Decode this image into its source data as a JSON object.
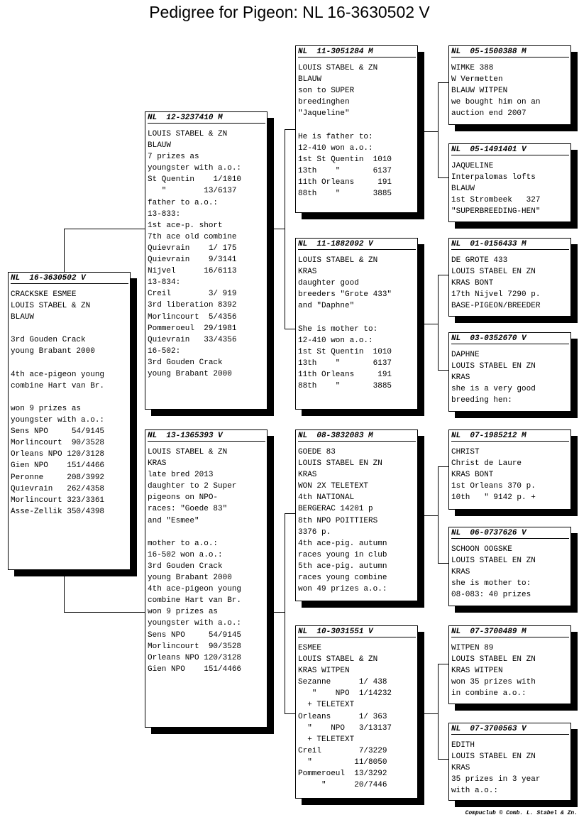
{
  "title": "Pedigree for Pigeon: NL  16-3630502 V",
  "footer": "Compuclub © Comb. L. Stabel & Zn.",
  "cards": {
    "main": {
      "ring": "NL  16-3630502 V",
      "lines": "CRACKSKE ESMEE\nLOUIS STABEL & ZN\nBLAUW\n\n3rd Gouden Crack\nyoung Brabant 2000\n\n4th ace-pigeon young\ncombine Hart van Br.\n\nwon 9 prizes as\nyoungster with a.o.:\nSens NPO     54/9145\nMorlincourt  90/3528\nOrleans NPO 120/3128\nGien NPO    151/4466\nPeronne     208/3992\nQuievrain   262/4358\nMorlincourt 323/3361\nAsse-Zellik 350/4398"
    },
    "sire": {
      "ring": "NL  12-3237410 M",
      "lines": "LOUIS STABEL & ZN\nBLAUW\n7 prizes as\nyoungster with a.o.:\nSt Quentin    1/1010\n   \"        13/6137\nfather to a.o.:\n13-833:\n1st ace-p. short\n7th ace old combine\nQuievrain    1/ 175\nQuievrain    9/3141\nNijvel      16/6113\n13-834:\nCreil        3/ 919\n3rd liberation 8392\nMorlincourt  5/4356\nPommeroeul  29/1981\nQuievrain   33/4356\n16-502:\n3rd Gouden Crack\nyoung Brabant 2000"
    },
    "dam": {
      "ring": "NL  13-1365393 V",
      "lines": "LOUIS STABEL & ZN\nKRAS\nlate bred 2013\ndaughter to 2 Super\npigeons on NPO-\nraces: \"Goede 83\"\nand \"Esmee\"\n\nmother to a.o.:\n16-502 won a.o.:\n3rd Gouden Crack\nyoung Brabant 2000\n4th ace-pigeon young\ncombine Hart van Br.\nwon 9 prizes as\nyoungster with a.o.:\nSens NPO     54/9145\nMorlincourt  90/3528\nOrleans NPO 120/3128\nGien NPO    151/4466"
    },
    "ss": {
      "ring": "NL  11-3051284 M",
      "lines": "LOUIS STABEL & ZN\nBLAUW\nson to SUPER\nbreedinghen\n\"Jaqueline\"\n\nHe is father to:\n12-410 won a.o.:\n1st St Quentin  1010\n13th    \"       6137\n11th Orleans     191\n88th    \"       3885"
    },
    "sd": {
      "ring": "NL  11-1882092 V",
      "lines": "LOUIS STABEL & ZN\nKRAS\ndaughter good\nbreeders \"Grote 433\"\nand \"Daphne\"\n\nShe is mother to:\n12-410 won a.o.:\n1st St Quentin  1010\n13th    \"       6137\n11th Orleans     191\n88th    \"       3885"
    },
    "ds": {
      "ring": "NL  08-3832083 M",
      "lines": "GOEDE 83\nLOUIS STABEL EN ZN\nKRAS\nWON 2X TELETEXT\n4th NATIONAL\nBERGERAC 14201 p\n8th NPO POITTIERS\n3376 p.\n4th ace-pig. autumn\nraces young in club\n5th ace-pig. autumn\nraces young combine\nwon 49 prizes a.o.:"
    },
    "dd": {
      "ring": "NL  10-3031551 V",
      "lines": "ESMEE\nLOUIS STABEL & ZN\nKRAS WITPEN\nSezanne      1/ 438\n   \"    NPO  1/14232\n  + TELETEXT\nOrleans      1/ 363\n  \"    NPO   3/13137\n  + TELETEXT\nCreil        7/3229\n  \"         11/8050\nPommeroeul  13/3292\n     \"      20/7446"
    },
    "sss": {
      "ring": "NL  05-1500388 M",
      "lines": "WIMKE 388\nW Vermetten\nBLAUW WITPEN\nwe bought him on an\nauction end 2007"
    },
    "ssd": {
      "ring": "NL  05-1491401 V",
      "lines": "JAQUELINE\nInterpalomas lofts\nBLAUW\n1st Strombeek   327\n\"SUPERBREEDING-HEN\""
    },
    "sds": {
      "ring": "NL  01-0156433 M",
      "lines": "DE GROTE 433\nLOUIS STABEL EN ZN\nKRAS BONT\n17th Nijvel 7290 p.\nBASE-PIGEON/BREEDER"
    },
    "sdd": {
      "ring": "NL  03-0352670 V",
      "lines": "DAPHNE\nLOUIS STABEL EN ZN\nKRAS\nshe is a very good\nbreeding hen:"
    },
    "dss": {
      "ring": "NL  07-1985212 M",
      "lines": "CHRIST\nChrist de Laure\nKRAS BONT\n1st Orleans 370 p.\n10th   \" 9142 p. +"
    },
    "dsd": {
      "ring": "NL  06-0737626 V",
      "lines": "SCHOON OOGSKE\nLOUIS STABEL EN ZN\nKRAS\nshe is mother to:\n08-083: 40 prizes"
    },
    "dds": {
      "ring": "NL  07-3700489 M",
      "lines": "WITPEN 89\nLOUIS STABEL EN ZN\nKRAS WITPEN\nwon 35 prizes with\nin combine a.o.:"
    },
    "ddd": {
      "ring": "NL  07-3700563 V",
      "lines": "EDITH\nLOUIS STABEL EN ZN\nKRAS\n35 prizes in 3 year\nwith a.o.:"
    }
  }
}
